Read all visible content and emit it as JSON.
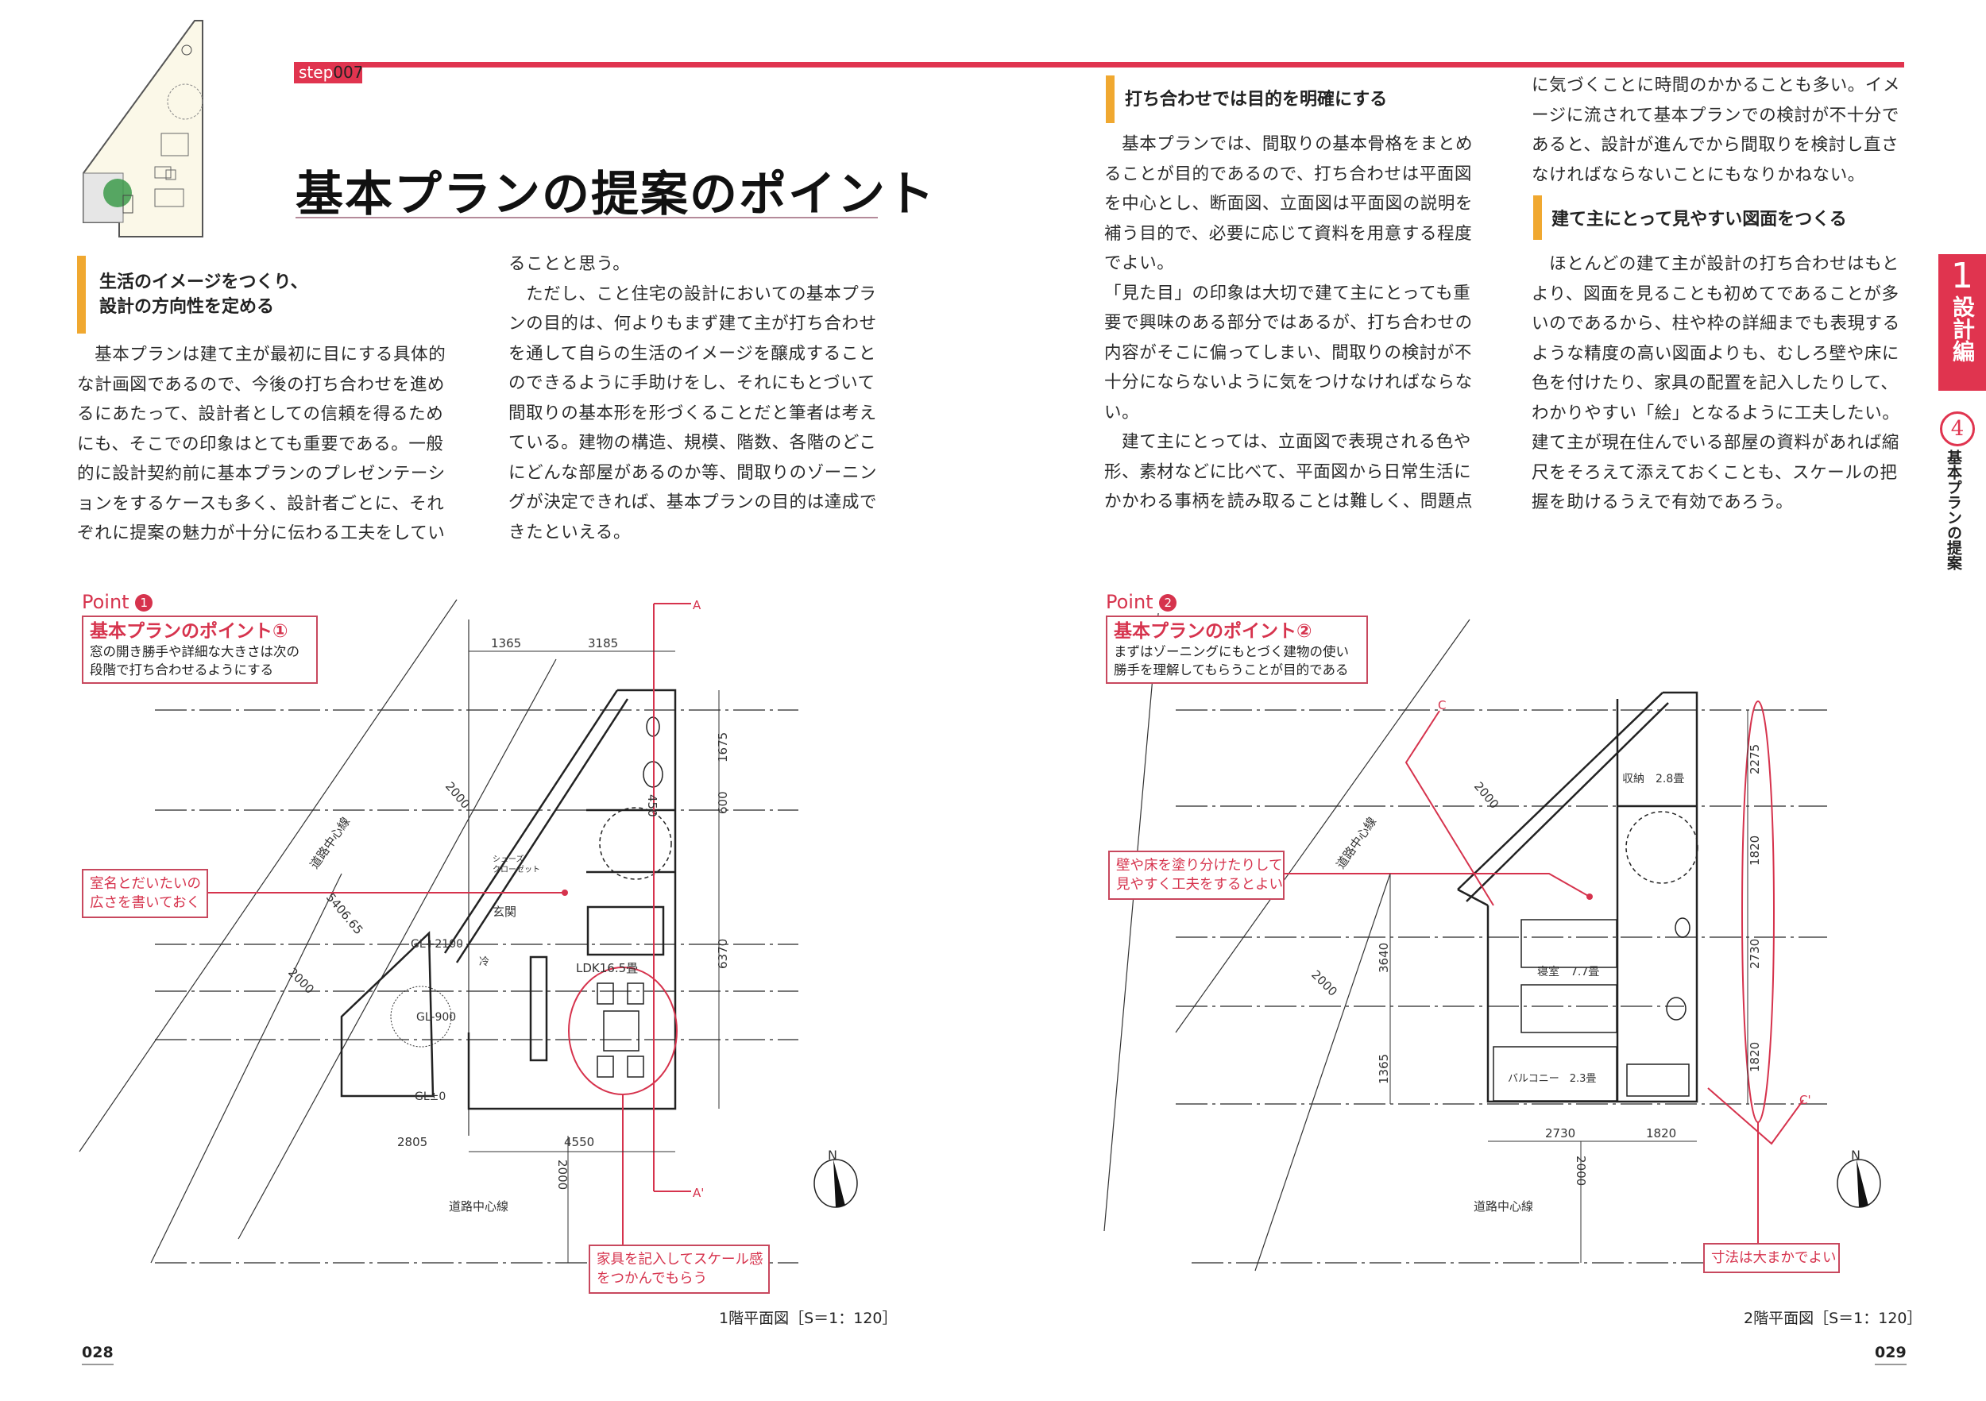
{
  "header": {
    "step_prefix": "step",
    "step_number": "007",
    "title": "基本プランの提案のポイント"
  },
  "left_page": {
    "section1": {
      "heading_lines": [
        "生活のイメージをつくり、",
        "設計の方向性を定める"
      ],
      "col1_lines": [
        "　基本プランは建て主が最初に目にする具体的",
        "な計画図であるので、今後の打ち合わせを進め",
        "るにあたって、設計者としての信頼を得るため",
        "にも、そこでの印象はとても重要である。一般",
        "的に設計契約前に基本プランのプレゼンテーシ",
        "ョンをするケースも多く、設計者ごとに、それ",
        "ぞれに提案の魅力が十分に伝わる工夫をしてい"
      ],
      "col2_lines": [
        "ることと思う。",
        "　ただし、こと住宅の設計においての基本プラ",
        "ンの目的は、何よりもまず建て主が打ち合わせ",
        "を通して自らの生活のイメージを醸成すること",
        "のできるように手助けをし、それにもとづいて",
        "間取りの基本形を形づくることだと筆者は考え",
        "ている。建物の構造、規模、階数、各階のどこ",
        "にどんな部屋があるのか等、間取りのゾーニン",
        "グが決定できれば、基本プランの目的は達成で",
        "きたといえる。"
      ]
    },
    "point": {
      "label": "Point",
      "number": "1",
      "title": "基本プランのポイント①",
      "desc_lines": [
        "窓の開き勝手や詳細な大きさは次の",
        "段階で打ち合わせるようにする"
      ]
    },
    "callouts": {
      "room_names": [
        "室名とだいたいの",
        "広さを書いておく"
      ],
      "furniture": [
        "家具を記入してスケール感",
        "をつかんでもらう"
      ]
    },
    "plan_labels": {
      "dim_1365": "1365",
      "dim_3185": "3185",
      "dim_1675": "1675",
      "dim_600": "600",
      "dim_450": "450",
      "dim_6370": "6370",
      "dim_2000_a": "2000",
      "dim_2000_b": "2000",
      "dim_5406": "5406.65",
      "dim_2805": "2805",
      "dim_4550": "4550",
      "dim_2000_c": "2000",
      "road_center_diag": "道路中心線",
      "road_center": "道路中心線",
      "shoes_closet_1": "シューズ",
      "shoes_closet_2": "クローゼット",
      "entrance": "玄関",
      "gl_2100": "GL+2100",
      "fridge": "冷",
      "ldk": "LDK16.5畳",
      "gl_900": "GL-900",
      "gl_0": "GL±0",
      "section_a": "A",
      "section_a2": "A'",
      "north": "N"
    },
    "caption": "1階平面図［S＝1：120］",
    "page_number": "028"
  },
  "right_page": {
    "section2": {
      "heading": "打ち合わせでは目的を明確にする",
      "col1_lines": [
        "　基本プランでは、間取りの基本骨格をまとめ",
        "ることが目的であるので、打ち合わせは平面図",
        "を中心とし、断面図、立面図は平面図の説明を",
        "補う目的で、必要に応じて資料を用意する程度",
        "でよい。",
        "「見た目」の印象は大切で建て主にとっても重",
        "要で興味のある部分ではあるが、打ち合わせの",
        "内容がそこに偏ってしまい、間取りの検討が不",
        "十分にならないように気をつけなければならな",
        "い。",
        "　建て主にとっては、立面図で表現される色や",
        "形、素材などに比べて、平面図から日常生活に",
        "かかわる事柄を読み取ることは難しく、問題点"
      ],
      "col2_lines": [
        "に気づくことに時間のかかることも多い。イメ",
        "ージに流されて基本プランでの検討が不十分で",
        "あると、設計が進んでから間取りを検討し直さ",
        "なければならないことにもなりかねない。"
      ]
    },
    "section3": {
      "heading": "建て主にとって見やすい図面をつくる",
      "lines": [
        "　ほとんどの建て主が設計の打ち合わせはもと",
        "より、図面を見ることも初めてであることが多",
        "いのであるから、柱や枠の詳細までも表現する",
        "ような精度の高い図面よりも、むしろ壁や床に",
        "色を付けたり、家具の配置を記入したりして、",
        "わかりやすい「絵」となるように工夫したい。",
        "建て主が現在住んでいる部屋の資料があれば縮",
        "尺をそろえて添えておくことも、スケールの把",
        "握を助けるうえで有効であろう。"
      ]
    },
    "point": {
      "label": "Point",
      "number": "2",
      "title": "基本プランのポイント②",
      "desc_lines": [
        "まずはゾーニングにもとづく建物の使い",
        "勝手を理解してもらうことが目的である"
      ]
    },
    "callouts": {
      "colors": [
        "壁や床を塗り分けたりして",
        "見やすく工夫をするとよい"
      ],
      "dimensions": "寸法は大まかでよい"
    },
    "plan_labels": {
      "dim_2000_a": "2000",
      "road_center_diag": "道路中心線",
      "dim_3640": "3640",
      "dim_2000_b": "2000",
      "dim_1365": "1365",
      "storage": "収納　2.8畳",
      "bedroom": "寝室　7.7畳",
      "balcony": "バルコニー　2.3畳",
      "dim_2275": "2275",
      "dim_1820_a": "1820",
      "dim_2730_v": "2730",
      "dim_1820_b": "1820",
      "dim_2730_h": "2730",
      "dim_1820_h": "1820",
      "dim_2000_c": "2000",
      "road_center": "道路中心線",
      "section_c": "C",
      "section_c2": "C'",
      "north": "N"
    },
    "caption": "2階平面図［S＝1：120］",
    "page_number": "029"
  },
  "side_tab": {
    "chapter_number": "1",
    "chapter_title": "設計編",
    "section_number": "4",
    "section_title": "基本プランの提案"
  },
  "colors": {
    "accent_red": "#e0344f",
    "heading_bar": "#f0a830",
    "callout_red": "#c8485e"
  }
}
